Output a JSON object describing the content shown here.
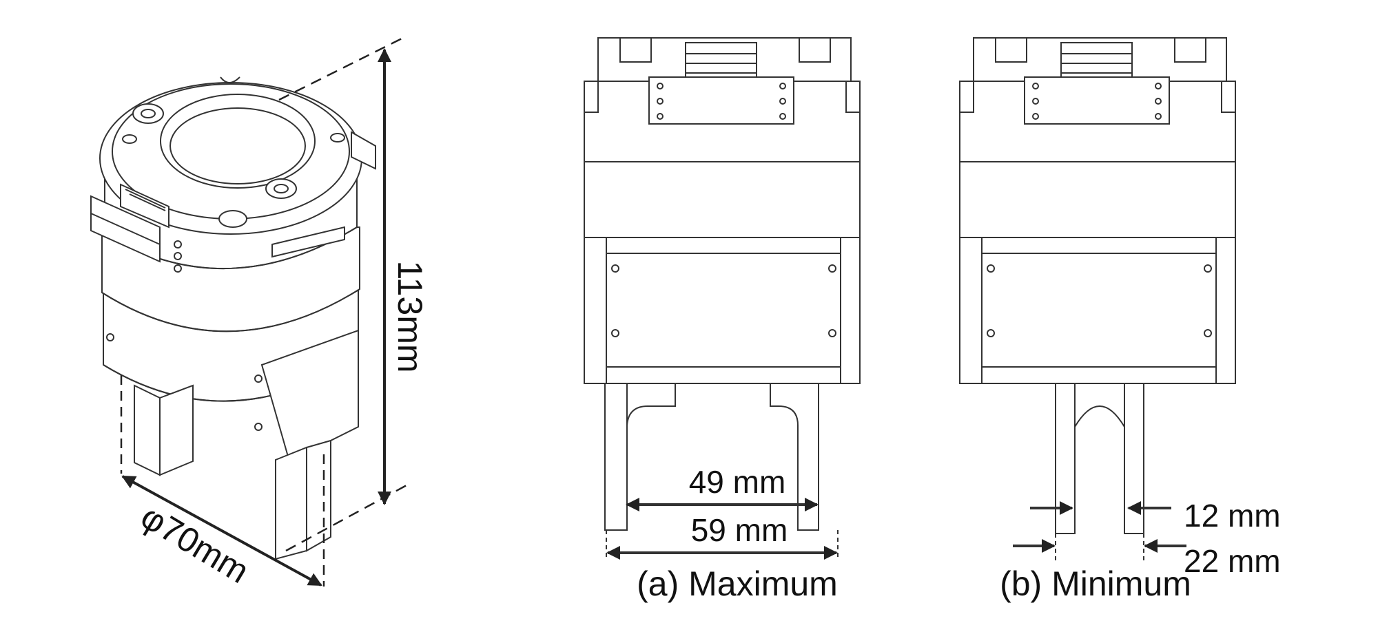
{
  "figure": {
    "left_view": {
      "height_label": "113mm",
      "diameter_label": "φ70mm"
    },
    "view_a": {
      "inner_label": "49 mm",
      "outer_label": "59 mm",
      "caption": "(a) Maximum"
    },
    "view_b": {
      "inner_label": "12 mm",
      "outer_label": "22 mm",
      "caption": "(b) Minimum"
    }
  }
}
